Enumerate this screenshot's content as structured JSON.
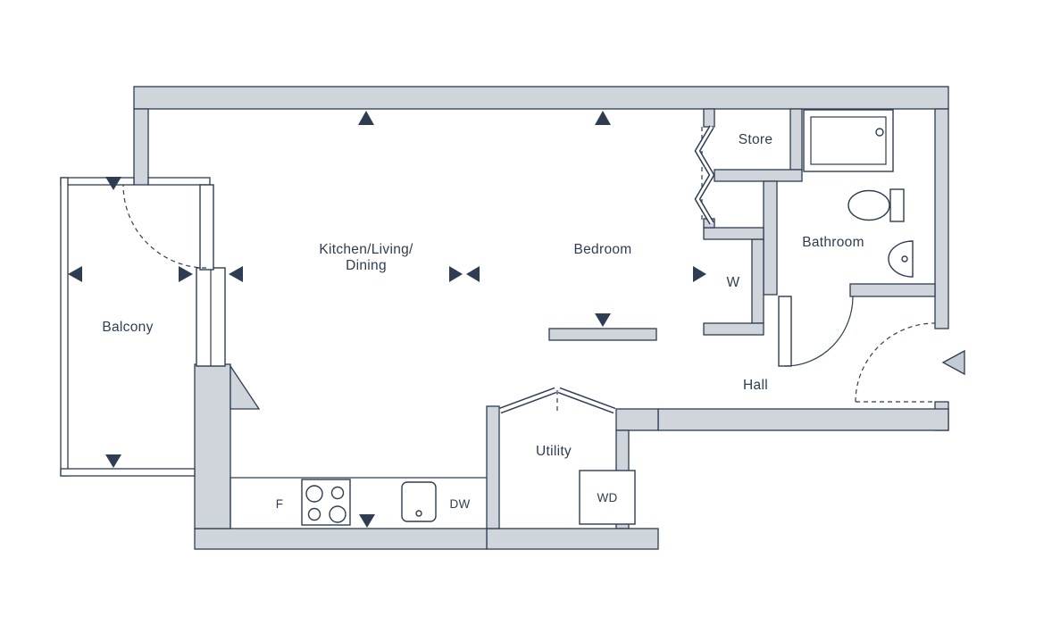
{
  "plan": {
    "rooms": {
      "balcony": "Balcony",
      "kitchen_living_dining_line1": "Kitchen/Living/",
      "kitchen_living_dining_line2": "Dining",
      "bedroom": "Bedroom",
      "store": "Store",
      "wardrobe": "W",
      "bathroom": "Bathroom",
      "hall": "Hall",
      "utility": "Utility"
    },
    "appliances": {
      "fridge": "F",
      "dishwasher": "DW",
      "washer_dryer": "WD"
    }
  },
  "colors": {
    "background": "#ffffff",
    "line": "#2e3d51",
    "text": "#2e3d51",
    "wall_fill": "#d0d5dc",
    "arrow_fill": "#c4cbd4"
  }
}
